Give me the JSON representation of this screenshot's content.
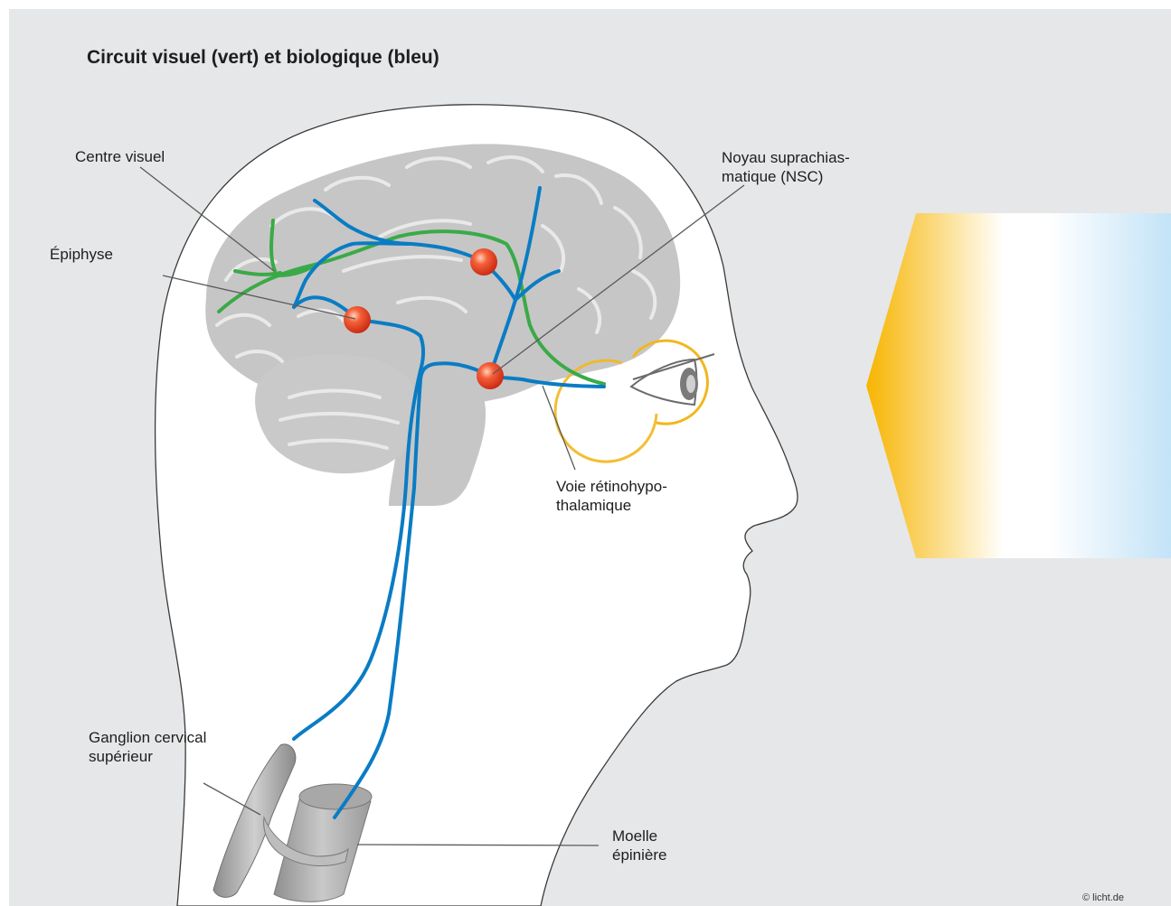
{
  "title": "Circuit visuel (vert) et biologique (bleu)",
  "labels": {
    "centre_visuel": "Centre visuel",
    "epiphyse": "Épiphyse",
    "nsc_line1": "Noyau suprachias-",
    "nsc_line2": "matique (NSC)",
    "voie_line1": "Voie rétinohypo-",
    "voie_line2": "thalamique",
    "ganglion_line1": "Ganglion cervical",
    "ganglion_line2": "supérieur",
    "moelle_line1": "Moelle",
    "moelle_line2": "épinière"
  },
  "copyright": "© licht.de",
  "colors": {
    "background": "#e6e7e9",
    "head_fill": "#ffffff",
    "brain": "#c6c6c6",
    "visual_pathway": "#3aaa47",
    "biological_pathway": "#0a7cc4",
    "nucleus": "#e83a1e",
    "eye_ring": "#f2b71c",
    "light_warm": "#f7b500",
    "light_cold": "#c3e3f7"
  }
}
